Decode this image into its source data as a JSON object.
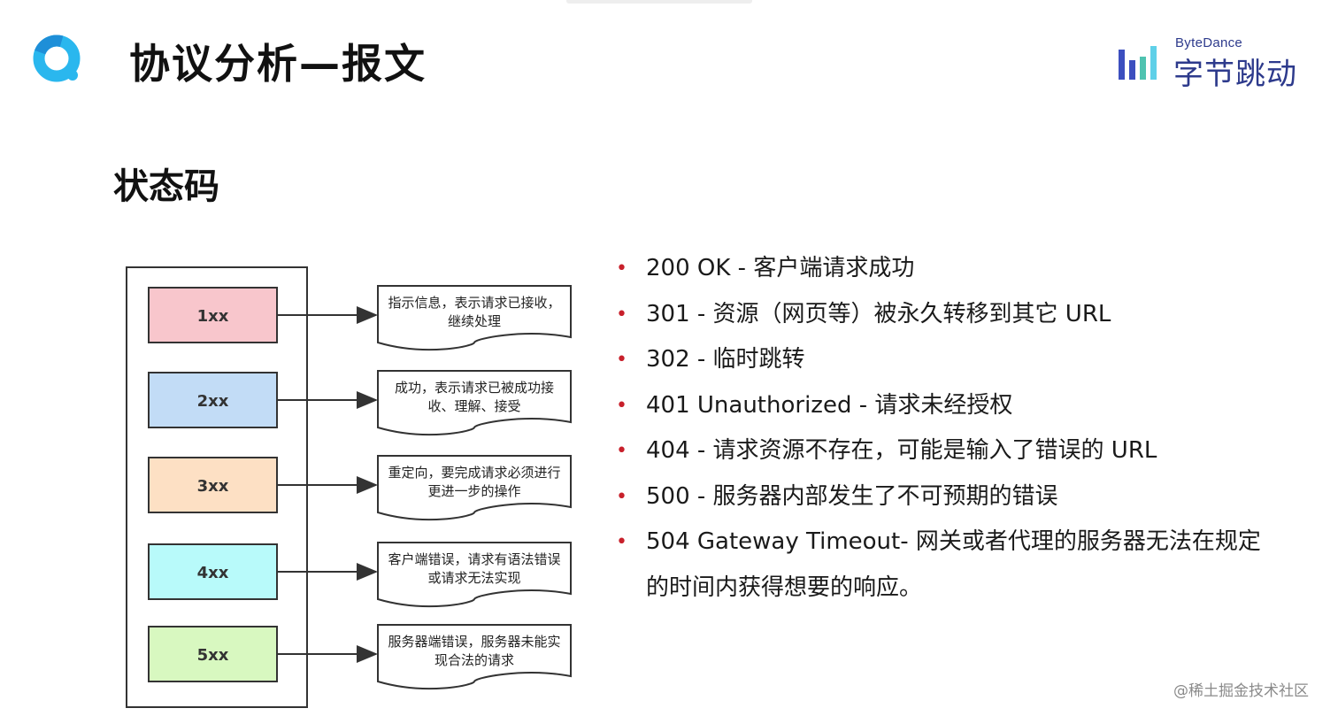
{
  "header": {
    "title": "协议分析—报文",
    "brand_en": "ByteDance",
    "brand_cn": "字节跳动"
  },
  "subtitle": "状态码",
  "diagram": {
    "codes": [
      {
        "code": "1xx",
        "color": "#f8c6cc",
        "desc_line1": "指示信息，表示请求已接收，",
        "desc_line2": "继续处理"
      },
      {
        "code": "2xx",
        "color": "#c2dcf6",
        "desc_line1": "成功，表示请求已被成功接",
        "desc_line2": "收、理解、接受"
      },
      {
        "code": "3xx",
        "color": "#fde0c4",
        "desc_line1": "重定向，要完成请求必须进行",
        "desc_line2": "更进一步的操作"
      },
      {
        "code": "4xx",
        "color": "#b8fafa",
        "desc_line1": "客户端错误，请求有语法错误",
        "desc_line2": "或请求无法实现"
      },
      {
        "code": "5xx",
        "color": "#d8f8c0",
        "desc_line1": "服务器端错误，服务器未能实",
        "desc_line2": "现合法的请求"
      }
    ]
  },
  "bullets": [
    "200 OK - 客户端请求成功",
    "301 - 资源（网页等）被永久转移到其它 URL",
    "302 - 临时跳转",
    "401 Unauthorized - 请求未经授权",
    "404 - 请求资源不存在，可能是输入了错误的 URL",
    "500 - 服务器内部发生了不可预期的错误",
    "504 Gateway Timeout- 网关或者代理的服务器无法在规定的时间内获得想要的响应。"
  ],
  "bullet_marker": "•",
  "watermark": "@稀土掘金技术社区",
  "colors": {
    "bullet": "#c8202b",
    "brand": "#2d3a8c",
    "logo_q": "#2ab7ee"
  }
}
